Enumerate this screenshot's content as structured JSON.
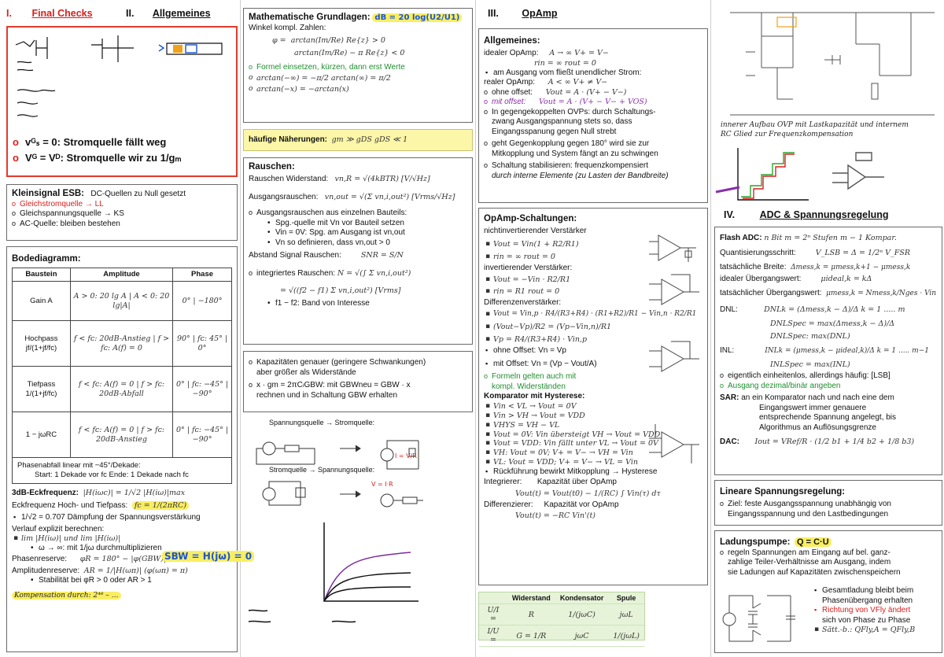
{
  "sections": {
    "s1": {
      "num": "I.",
      "title": "Final Checks"
    },
    "s2": {
      "num": "II.",
      "title": "Allgemeines"
    },
    "s3": {
      "num": "III.",
      "title": "OpAmp"
    },
    "s4": {
      "num": "IV.",
      "title": "ADC & Spannungsregelung"
    }
  },
  "final_checks": {
    "l1": "vᴳₛ = 0: Stromquelle fällt weg",
    "l2": "Vᴳ = Vᴰ: Stromquelle wir zu 1/gₘ"
  },
  "kleinsignal": {
    "title": "Kleinsignal ESB:",
    "subtitle": "DC-Quellen zu Null gesetzt",
    "items": [
      "Gleichstromquelle → LL",
      "Gleichspannungsquelle → KS",
      "AC-Quelle: bleiben bestehen"
    ]
  },
  "bode": {
    "title": "Bodediagramm:",
    "headers": [
      "Baustein",
      "Amplitude",
      "Phase"
    ],
    "rows": [
      {
        "name": "Gain A",
        "amp": "A > 0: 20 lg A | A < 0: 20 lg|A|",
        "phase": "0° | −180°"
      },
      {
        "name": "Hochpass jf/(1+jf/fᴄ)",
        "amp": "f < fᴄ: 20dB-Anstieg | f > fᴄ: A(f) = 0",
        "phase": "90° | fᴄ: 45° | 0°"
      },
      {
        "name": "Tiefpass 1/(1+jf/fᴄ)",
        "amp": "f < fᴄ: A(f) = 0 | f > fᴄ: 20dB-Abfall",
        "phase": "0° | fᴄ: −45° | −90°"
      },
      {
        "name": "1 − jωRC",
        "amp": "f < fᴄ: A(f) = 0 | f > fᴄ: 20dB-Anstieg",
        "phase": "0° | fᴄ: −45° | −90°"
      }
    ],
    "note1": "Phasenabfall linear mit −45°/Dekade:",
    "note2": "Start: 1 Dekade vor fᴄ     Ende: 1 Dekade nach fᴄ",
    "eck_title": "3dB-Eckfrequenz:",
    "eck_formula": "|H(iωc)| = 1/√2 |H(iω)|max",
    "eck_hp_tp": "Eckfrequenz Hoch- und Tiefpass:",
    "eck_fc": "fc = 1/(2πRC)",
    "daempfung": "1/√2 = 0.707 Dämpfung der Spannungsverstärkung",
    "verlauf": "Verlauf explizit berechnen:",
    "verlauf1": "lim |H(iω)| und lim |H(iω)|",
    "verlauf2": "ω → ∞: mit 1/jω durchmultiplizieren",
    "phasenreserve": "Phasenreserve:",
    "phasenreserve_f": "φR = 180° − |φ(GBW)|",
    "amplitudenreserve": "Amplitudenreserve:",
    "amplitudenreserve_f": "AR = 1/|H(ωπ)|   (φ(ωπ) = π)",
    "stabil": "Stabilität bei φR > 0 oder AR > 1"
  },
  "mathe": {
    "title": "Mathematische Grundlagen:",
    "winkel": "Winkel kompl. Zahlen:",
    "phi_a": "arctan(Im/Re)      Re{z} > 0",
    "phi_b": "arctan(Im/Re) − π   Re{z} < 0",
    "formel": "Formel einsetzen, kürzen, dann erst Werte",
    "at1": "arctan(−∞) = −π/2          arctan(∞) = π/2",
    "at2": "arctan(−x) = −arctan(x)"
  },
  "naeherung": {
    "label": "häufige Näherungen:",
    "formula": "gm ≫ gDS   gDS ≪ 1"
  },
  "rauschen": {
    "title": "Rauschen:",
    "widerstand": "Rauschen Widerstand:",
    "widerstand_f": "vn,R = √(4kBTR)   [V/√Hz]",
    "ausgang": "Ausgangsrauschen:",
    "ausgang_f": "vn,out = √(Σ vn,i,out²)   [Vrms/√Hz]",
    "anteile": "Ausgangsrauschen aus einzelnen Bauteils:",
    "a1": "Spg.-quelle mit Vn vor Bauteil setzen",
    "a2": "Vin = 0V: Spg. am Ausgang ist vn,out",
    "a3": "Vn so definieren, dass vn,out > 0",
    "snr_label": "Abstand Signal Rauschen:",
    "snr_f": "SNR = S/N",
    "integ": "integriertes Rauschen:",
    "integ_f": "N = √(∫ Σ vn,i,out²)",
    "integ_f2": "= √((f2 − f1) Σ vn,i,out²)   [Vrms]",
    "band": "f1 − f2: Band von Interesse"
  },
  "kapaz": {
    "l1": "Kapazitäten genauer (geringere Schwankungen)",
    "l1b": "aber größer als Widerstände",
    "l2": "x · gm = 2πCₗGBW: mit GBWneu = GBW · x",
    "l2b": "rechnen und in Schaltung GBW erhalten"
  },
  "quellen": {
    "title1": "Spannungsquelle → Stromquelle:",
    "title2": "Stromquelle → Spannungsquelle:",
    "eq1": "I = V/R",
    "eq2": "V = I·R"
  },
  "opamp_allg": {
    "title": "Allgemeines:",
    "ideal": "idealer OpAmp:",
    "ideal_f": "A → ∞     V+ = V−",
    "ideal_r": "rin = ∞    rout = 0",
    "kein_strom": "am Ausgang vom fließt unendlicher Strom:",
    "real": "realer OpAmp:",
    "real_f": "A < ∞     V+ ≠ V−",
    "o1": "ohne offset:",
    "o1_f": "Vout = A · (V+ − V−)",
    "o2": "mit offset:",
    "o2_f": "Vout = A · (V+ − V− + VOS)",
    "o3": "In gegengekoppelten OVPs: durch Schaltungs-",
    "o3b": "zwang Ausgangspannung stets so, dass",
    "o3c": "Eingangsspanung gegen Null strebt",
    "o4": "geht Gegenkopplung gegen 180° wird sie zur",
    "o4b": "Mitkopplung und System fängt an zu schwingen",
    "o5": "Schaltung stabilisieren: frequenzkompensiert",
    "o5b": "durch interne Elemente (zu Lasten der Bandbreite)"
  },
  "opamp_sch": {
    "title": "OpAmp-Schaltungen:",
    "nicht": "nichtinvertierender Verstärker",
    "nicht_f": "Vout = Vin(1 + R2/R1)",
    "nicht_r": "rin = ∞     rout = 0",
    "inv": "invertierender Verstärker:",
    "inv_f": "Vout = −Vin · R2/R1",
    "inv_r": "rin = R1      rout = 0",
    "diff": "Differenzenverstärker:",
    "diff_f": "Vout = Vin,p · R4/(R3+R4) · (R1+R2)/R1 − Vin,n · R2/R1",
    "diff_f2": "(Vout−Vp)/R2 = (Vp−Vin,n)/R1",
    "diff_f3": "Vp = R4/(R3+R4) · Vin,p",
    "diff_o1": "ohne Offset: Vn = Vp",
    "diff_o2": "mit Offset: Vn = (Vp − Vout/A)",
    "formeln": "Formeln gelten auch mit",
    "formeln2": "kompl. Widerständen",
    "komp": "Komparator mit Hysterese:",
    "k1": "Vin < VL → Vout = 0V",
    "k2": "Vin > VH → Vout = VDD",
    "k3": "VHYS = VH − VL",
    "k4": "Vout = 0V:   Vin übersteigt VH → Vout = VDD",
    "k5": "Vout = VDD:  Vin fällt unter VL → Vout = 0V",
    "k6": "VH:  Vout = 0V;   V+ = V− → VH = Vin",
    "k7": "VL:  Vout = VDD;  V+ = V− → VL = Vin",
    "k8": "Rückführung bewirkt Mitkopplung → Hysterese",
    "integ": "Integrierer:",
    "integ_t": "Kapazität über OpAmp",
    "integ_f": "Vout(t) = Vout(t0) − 1/(RC) ∫ Vin(τ) dτ",
    "diffz": "Differenzierer:",
    "diffz_t": "Kapazität vor OpAmp",
    "diffz_f": "Vout(t) = −RC Vin'(t)"
  },
  "impedanz": {
    "headers": [
      "",
      "Widerstand",
      "Kondensator",
      "Spule"
    ],
    "row1": [
      "U/I =",
      "R",
      "1/(jωC)",
      "jωL"
    ],
    "row2": [
      "I/U =",
      "G = 1/R",
      "jωC",
      "1/(jωL)"
    ]
  },
  "ovp_caption": {
    "l1": "innerer Aufbau OVP mit Lastkapazität und internem",
    "l2": "RC Glied zur Frequenzkompensation"
  },
  "adc": {
    "flash": "Flash ADC:",
    "flash_f": "n Bit   m = 2ⁿ Stufen   m − 1 Kompar.",
    "q": "Quantisierungsschritt:",
    "q_f": "V_LSB = Δ = 1/2ⁿ V_FSR",
    "breite": "tatsächliche Breite:",
    "breite_f": "Δmess,k = μmess,k+1 − μmess,k",
    "ideal": "idealer Übergangswert:",
    "ideal_f": "μideal,k = kΔ",
    "tats": "tatsächlicher Übergangswert:",
    "tats_f": "μmess,k = Nmess,k/Nges · Vin",
    "dnl": "DNL:",
    "dnl_f": "DNLk = (Δmess,k − Δ)/Δ     k = 1 ..... m",
    "dnl_spec": "DNLSpec = max(Δmess,k − Δ)/Δ",
    "dnl_spec2": "DNLSpec: max(DNL)",
    "inl": "INL:",
    "inl_f": "INLk = (μmess,k − μideal,k)/Δ     k = 1 ..... m−1",
    "inl_spec": "INLSpec = max(INL)",
    "e1": "eigentlich einheitenlos, allerdings häufig: [LSB]",
    "e2": "Ausgang dezimal/binär angeben",
    "sar": "SAR:",
    "sar1": "an ein Komparator nach und nach eine dem",
    "sar2": "Eingangswert immer genauere",
    "sar3": "entsprechende Spannung angelegt, bis",
    "sar4": "Algorithmus an Auflösungsgrenze",
    "dac": "DAC:",
    "dac_f": "Iout = VRef/R · (1/2 b1 + 1/4 b2 + 1/8 b3)"
  },
  "regelung": {
    "title": "Lineare Spannungsregelung:",
    "z1": "Ziel: feste Ausgangsspannung unabhängig von",
    "z2": "Eingangsspannung und den Lastbedingungen"
  },
  "ladung": {
    "title": "Ladungspumpe:",
    "q": "Q = C·U",
    "l1": "regeln Spannungen am Eingang auf bel. ganz-",
    "l2": "zahlige Teiler-Verhältnisse am Ausgang, indem",
    "l3": "sie Ladungen auf Kapazitäten zwischenspeichern",
    "b1": "Gesamtladung bleibt beim",
    "b1b": "Phasenübergang erhalten",
    "b2": "Richtung von VFly ändert",
    "b2b": "sich von Phase zu Phase",
    "b3": "Sätt.-b.: QFly,A = QFly,B"
  },
  "handnotes": {
    "db": "dB = 20 log(U2/U1)",
    "sbw": "SBW = H(jω) = 0",
    "komp": "Kompensation durch: 2⁴⁸ – …"
  },
  "colors": {
    "accent_red": "#e23b2e",
    "highlight": "#f9ee62",
    "green": "#1f8f2f",
    "purple": "#8a2ea8",
    "blue": "#1a54d6"
  }
}
